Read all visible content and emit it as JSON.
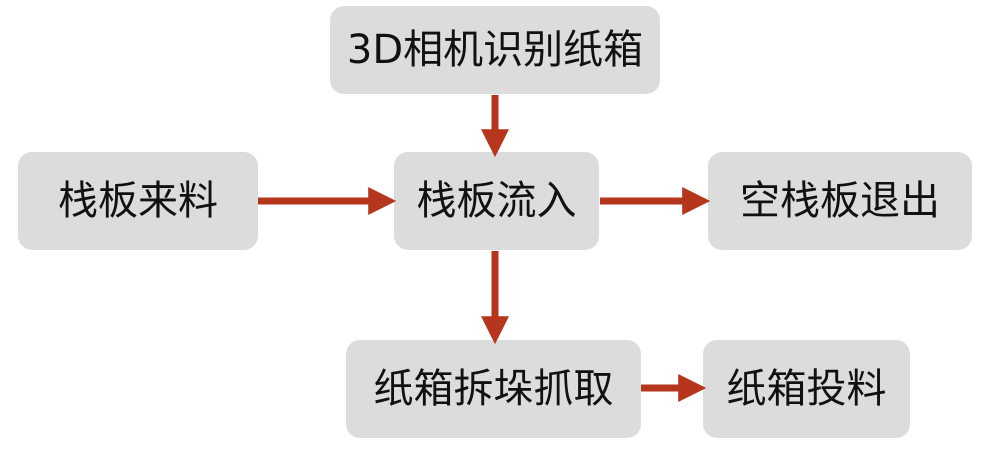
{
  "diagram": {
    "nodes": [
      {
        "id": "camera_recognition",
        "label": "3D相机识别纸箱"
      },
      {
        "id": "pallet_infeed",
        "label": "栈板来料"
      },
      {
        "id": "pallet_inflow",
        "label": "栈板流入"
      },
      {
        "id": "empty_pallet_exit",
        "label": "空栈板退出"
      },
      {
        "id": "carton_depalletizing",
        "label": "纸箱拆垛抓取"
      },
      {
        "id": "carton_feeding",
        "label": "纸箱投料"
      }
    ],
    "edges": [
      {
        "from": "camera_recognition",
        "to": "pallet_inflow"
      },
      {
        "from": "pallet_infeed",
        "to": "pallet_inflow"
      },
      {
        "from": "pallet_inflow",
        "to": "empty_pallet_exit"
      },
      {
        "from": "pallet_inflow",
        "to": "carton_depalletizing"
      },
      {
        "from": "carton_depalletizing",
        "to": "carton_feeding"
      }
    ],
    "colors": {
      "node_fill": "#dcdcdc",
      "node_text": "#111111",
      "arrow": "#b5361c"
    }
  }
}
